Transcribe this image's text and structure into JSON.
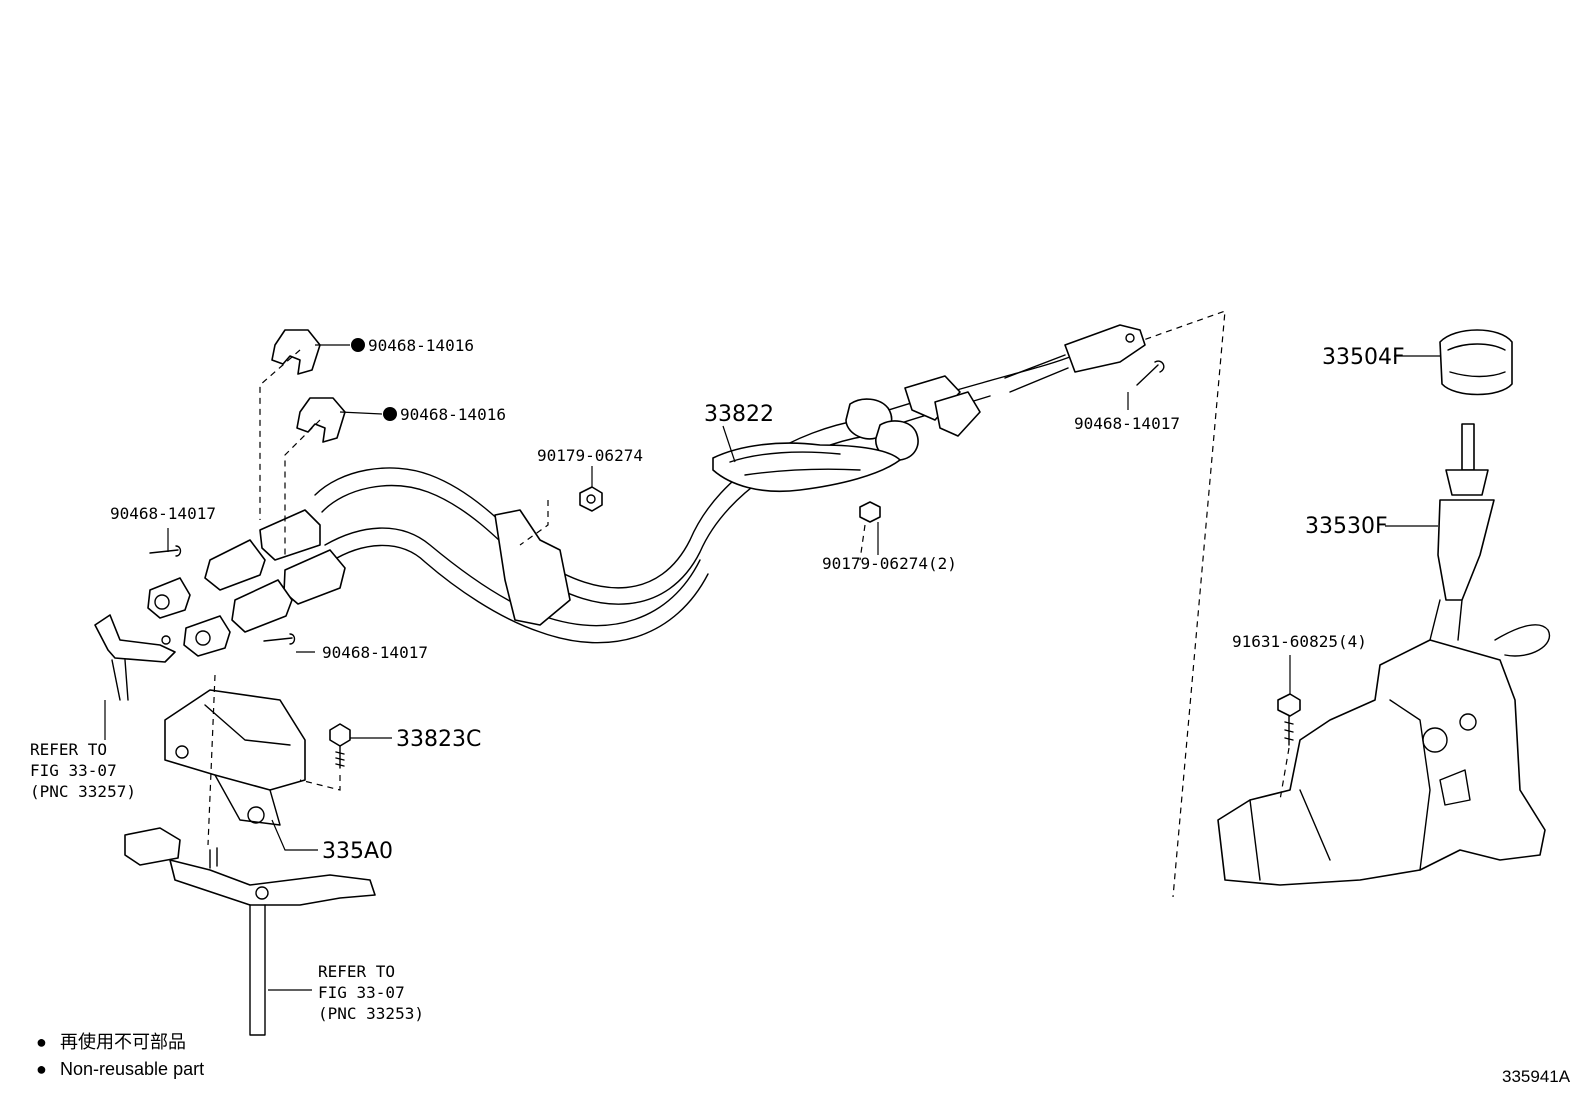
{
  "callouts": {
    "clip_top_1": "90468-14016",
    "clip_top_2": "90468-14016",
    "pin_left_upper": "90468-14017",
    "pin_left_lower": "90468-14017",
    "pin_right": "90468-14017",
    "nut_left": "90179-06274",
    "nut_mid": "90179-06274(2)",
    "cable_assy": "33822",
    "bracket": "33823C",
    "bracket_base": "335A0",
    "knob": "33504F",
    "lever": "33530F",
    "bolt": "91631-60825(4)"
  },
  "references": {
    "upper": {
      "line1": "REFER TO",
      "line2": "FIG 33-07",
      "line3": "(PNC 33257)"
    },
    "lower": {
      "line1": "REFER TO",
      "line2": "FIG 33-07",
      "line3": "(PNC 33253)"
    }
  },
  "legend": {
    "marker": "●",
    "jp": "再使用不可部品",
    "en": "Non-reusable part"
  },
  "figure_id": "335941A"
}
